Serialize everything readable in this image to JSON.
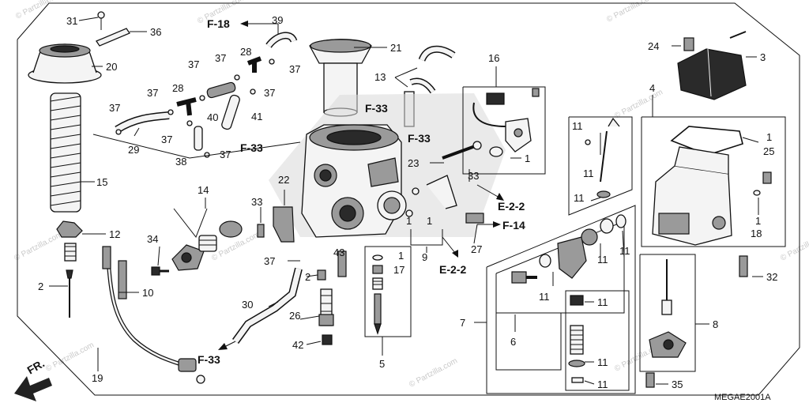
{
  "diagram": {
    "code": "MEGAE2001A",
    "direction": "FR.",
    "watermark": "© Partzilla.com",
    "callouts": {
      "c1": "1",
      "c2": "2",
      "c3": "3",
      "c4": "4",
      "c5": "5",
      "c6": "6",
      "c7": "7",
      "c8": "8",
      "c9": "9",
      "c10": "10",
      "c11": "11",
      "c12": "12",
      "c13": "13",
      "c14": "14",
      "c15": "15",
      "c16": "16",
      "c17": "17",
      "c18": "18",
      "c19": "19",
      "c20": "20",
      "c21": "21",
      "c22": "22",
      "c23": "23",
      "c24": "24",
      "c25": "25",
      "c26": "26",
      "c27": "27",
      "c28": "28",
      "c29": "29",
      "c30": "30",
      "c31": "31",
      "c32": "32",
      "c33": "33",
      "c34": "34",
      "c35": "35",
      "c36": "36",
      "c37": "37",
      "c38": "38",
      "c39": "39",
      "c40": "40",
      "c41": "41",
      "c42": "42",
      "c43": "43"
    },
    "references": {
      "f18": "F-18",
      "f33": "F-33",
      "f14": "F-14",
      "e22": "E-2-2"
    }
  }
}
